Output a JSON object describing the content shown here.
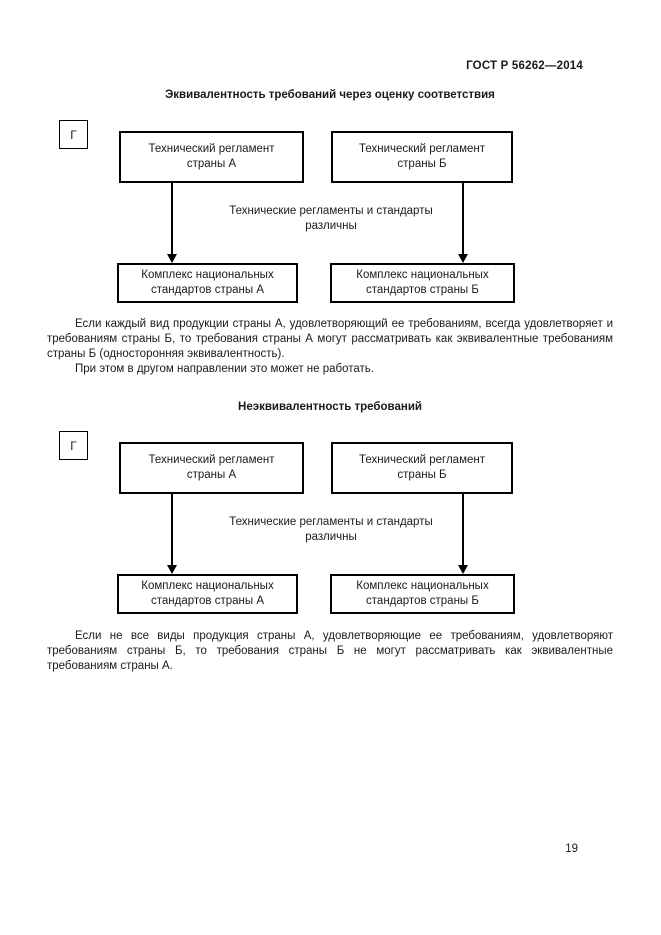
{
  "doc": {
    "header": "ГОСТ Р 56262—2014",
    "page_number": "19"
  },
  "figure_label": "Г",
  "sections": [
    {
      "title": "Эквивалентность требований через оценку соответствия",
      "diagram": {
        "top_left": [
          "Технический регламент",
          "страны А"
        ],
        "top_right": [
          "Технический регламент",
          "страны Б"
        ],
        "middle": [
          "Технические регламенты и стандарты",
          "различны"
        ],
        "bottom_left": [
          "Комплекс национальных",
          "стандартов страны А"
        ],
        "bottom_right": [
          "Комплекс национальных",
          "стандартов страны Б"
        ]
      },
      "paragraphs": [
        "Если каждый вид продукции страны А, удовлетворяющий ее требованиям, всегда удовлетворяет и требованиям страны Б, то требования страны А могут рассматривать как эквивалентные требованиям страны Б (односторонняя эквивалентность).",
        "При этом в другом направлении это может не работать."
      ]
    },
    {
      "title": "Неэквивалентность требований",
      "diagram": {
        "top_left": [
          "Технический регламент",
          "страны А"
        ],
        "top_right": [
          "Технический регламент",
          "страны Б"
        ],
        "middle": [
          "Технические регламенты и стандарты",
          "различны"
        ],
        "bottom_left": [
          "Комплекс национальных",
          "стандартов страны А"
        ],
        "bottom_right": [
          "Комплекс национальных",
          "стандартов страны Б"
        ]
      },
      "paragraphs": [
        "Если не все виды продукция страны А, удовлетворяющие ее требованиям, удовлетворяют требованиям страны Б, то требования страны Б не могут рассматривать как эквивалентные требованиям страны А."
      ]
    }
  ]
}
